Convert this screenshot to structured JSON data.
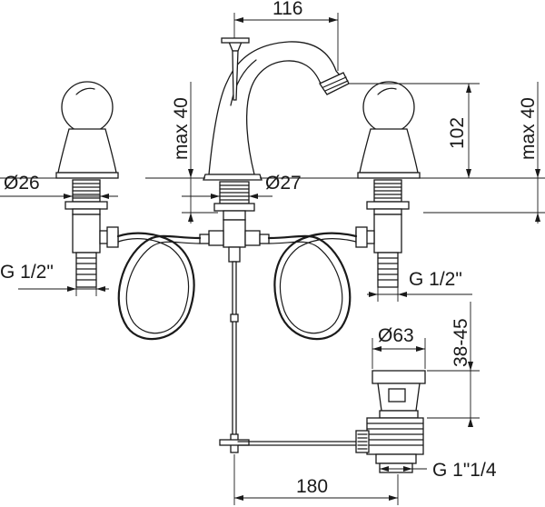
{
  "dimensions": {
    "spout_spacing": "116",
    "spout_height": "102",
    "max_left": "max 40",
    "max_right": "max 40",
    "handle_diameter": "Ø26",
    "spout_diameter": "Ø27",
    "inlet_left": "G 1/2\"",
    "inlet_right": "G 1/2\"",
    "waste_diameter": "Ø63",
    "waste_thickness": "38-45",
    "waste_thread": "G 1\"1/4",
    "rod_length": "180"
  }
}
